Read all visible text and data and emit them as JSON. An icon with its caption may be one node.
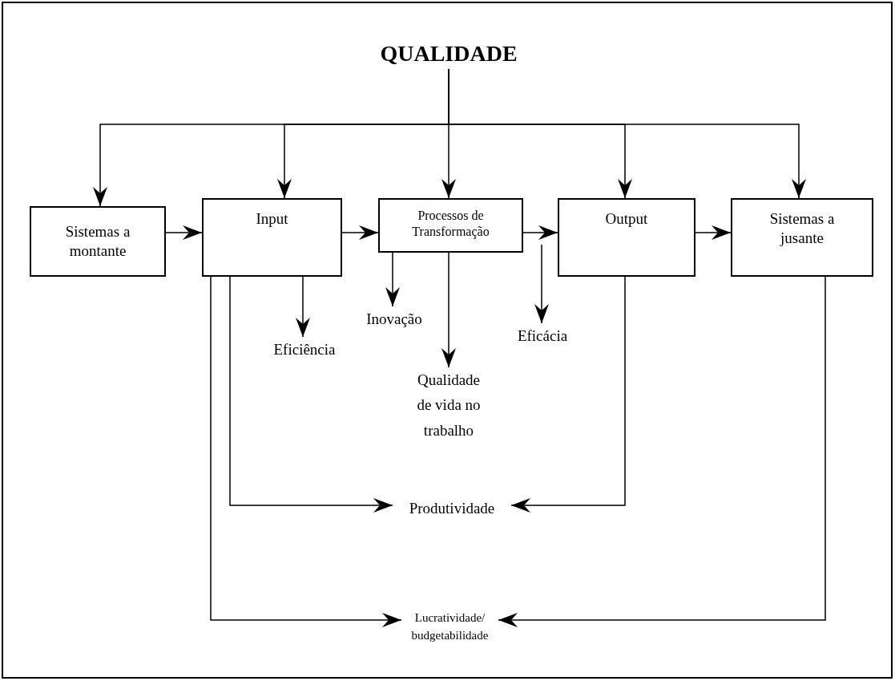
{
  "diagram": {
    "nodes": [
      {
        "text": [
          "QUALIDADE"
        ]
      },
      {
        "text": [
          "Sistemas a montante"
        ]
      },
      {
        "text": [
          "Input"
        ]
      },
      {
        "text": [
          "Processos de Transformação"
        ]
      },
      {
        "text": [
          "Output"
        ]
      },
      {
        "text": [
          "Sistemas a jusante"
        ]
      },
      {
        "text": [
          "Inovação"
        ]
      },
      {
        "text": [
          "Eficiência"
        ]
      },
      {
        "text": [
          "Qualidade de vida no trabalho"
        ]
      },
      {
        "text": [
          "Eficácia"
        ]
      },
      {
        "text": [
          "Produtividade"
        ]
      },
      {
        "text": [
          "Lucratividade/ budgetabilidade"
        ]
      }
    ],
    "edges": [
      {
        "from": 0,
        "to": 1,
        "arrow": "to"
      },
      {
        "from": 0,
        "to": 2,
        "arrow": "to"
      },
      {
        "from": 0,
        "to": 3,
        "arrow": "to"
      },
      {
        "from": 0,
        "to": 4,
        "arrow": "to"
      },
      {
        "from": 0,
        "to": 5,
        "arrow": "to"
      },
      {
        "from": 1,
        "to": 2,
        "arrow": "to"
      },
      {
        "from": 2,
        "to": 3,
        "arrow": "to"
      },
      {
        "from": 3,
        "to": 4,
        "arrow": "to"
      },
      {
        "from": 4,
        "to": 5,
        "arrow": "to"
      },
      {
        "from": 3,
        "to": 6,
        "arrow": "to"
      },
      {
        "from": 2,
        "to": 7,
        "arrow": "to"
      },
      {
        "from": 3,
        "to": 8,
        "arrow": "to"
      },
      {
        "from": null,
        "to": 9,
        "arrow": "to"
      },
      {
        "from": 2,
        "to": 10,
        "arrow": "to"
      },
      {
        "from": 4,
        "to": 10,
        "arrow": "to"
      },
      {
        "from": 2,
        "to": 11,
        "arrow": "to"
      },
      {
        "from": 5,
        "to": 11,
        "arrow": "to"
      }
    ]
  }
}
